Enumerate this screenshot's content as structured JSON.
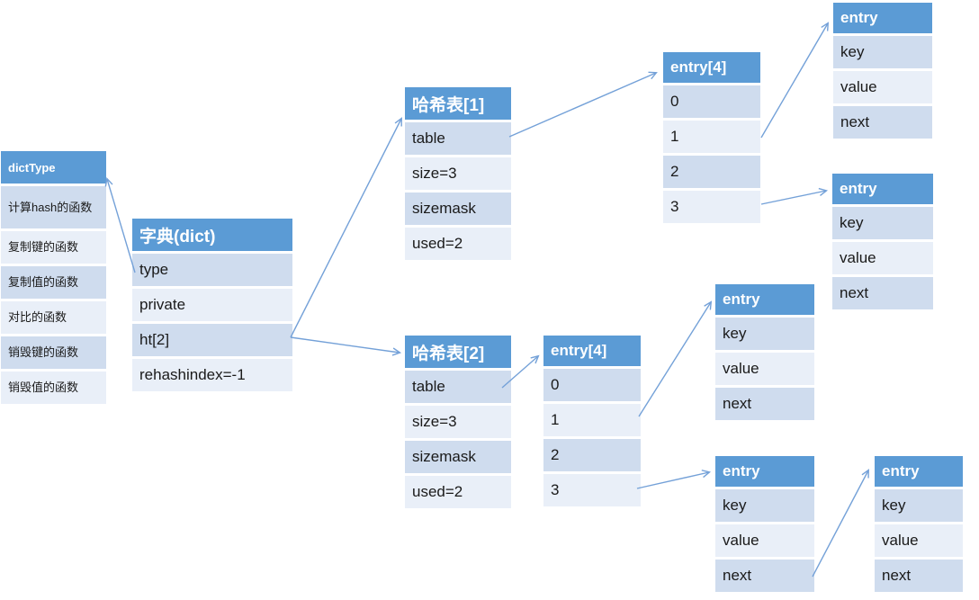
{
  "colors": {
    "header_bg": "#5b9bd5",
    "header_text": "#ffffff",
    "row_band_dark": "#cfdcee",
    "row_band_light": "#e9eff8",
    "arrow": "#74a1d8",
    "row_text": "#1a1a1a"
  },
  "tables": {
    "dictType": {
      "header": "dictType",
      "rows": [
        "计算hash的函数",
        "复制键的函数",
        "复制值的函数",
        "对比的函数",
        "销毁键的函数",
        "销毁值的函数"
      ]
    },
    "dict": {
      "header": "字典(dict)",
      "rows": [
        "type",
        "private",
        "ht[2]",
        "rehashindex=-1"
      ]
    },
    "hashtable1": {
      "header": "哈希表[1]",
      "rows": [
        "table",
        "size=3",
        "sizemask",
        "used=2"
      ]
    },
    "hashtable2": {
      "header": "哈希表[2]",
      "rows": [
        "table",
        "size=3",
        "sizemask",
        "used=2"
      ]
    },
    "entry4_top": {
      "header": "entry[4]",
      "rows": [
        "0",
        "1",
        "2",
        "3"
      ]
    },
    "entry4_bottom": {
      "header": "entry[4]",
      "rows": [
        "0",
        "1",
        "2",
        "3"
      ]
    },
    "entry_a": {
      "header": "entry",
      "rows": [
        "key",
        "value",
        "next"
      ]
    },
    "entry_b": {
      "header": "entry",
      "rows": [
        "key",
        "value",
        "next"
      ]
    },
    "entry_c": {
      "header": "entry",
      "rows": [
        "key",
        "value",
        "next"
      ]
    },
    "entry_d": {
      "header": "entry",
      "rows": [
        "key",
        "value",
        "next"
      ]
    },
    "entry_e": {
      "header": "entry",
      "rows": [
        "key",
        "value",
        "next"
      ]
    }
  },
  "arrows": [
    {
      "from": "字典(dict).type",
      "to": "dictType"
    },
    {
      "from": "字典(dict).ht[2]",
      "to": "哈希表[1]"
    },
    {
      "from": "字典(dict).ht[2]",
      "to": "哈希表[2]"
    },
    {
      "from": "哈希表[1].table",
      "to": "entry[4] top"
    },
    {
      "from": "entry[4] top.1",
      "to": "entry A"
    },
    {
      "from": "entry[4] top.3",
      "to": "entry B"
    },
    {
      "from": "哈希表[2].table",
      "to": "entry[4] bottom"
    },
    {
      "from": "entry[4] bottom.1",
      "to": "entry C"
    },
    {
      "from": "entry[4] bottom.3",
      "to": "entry D"
    },
    {
      "from": "entry D.next",
      "to": "entry E"
    }
  ]
}
